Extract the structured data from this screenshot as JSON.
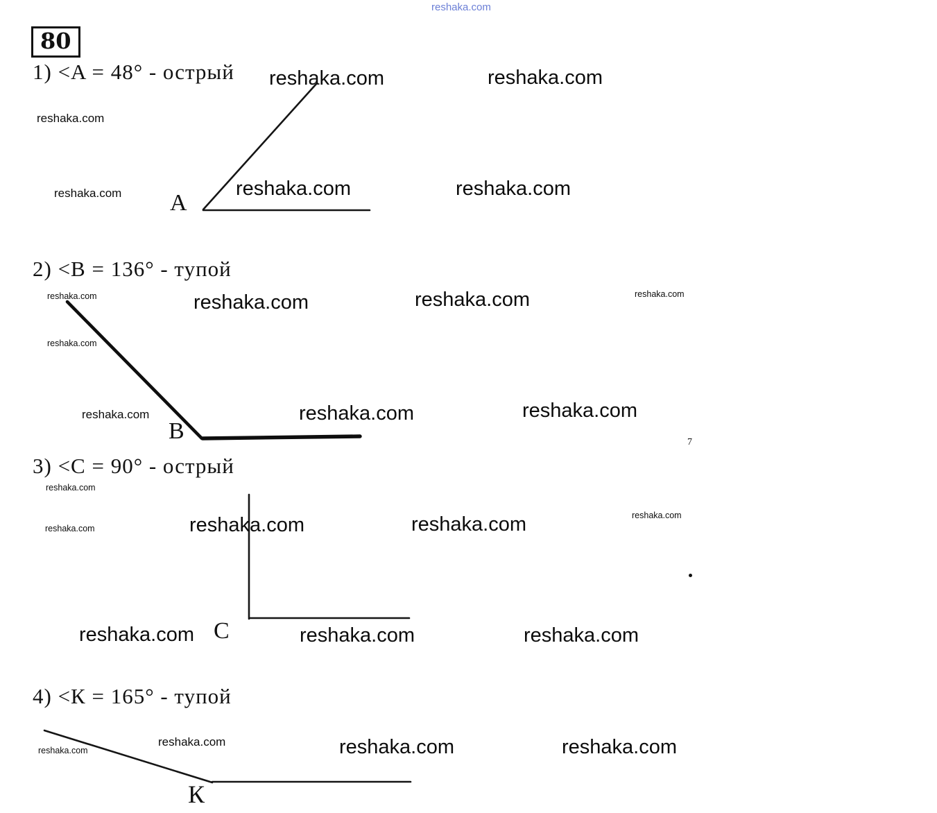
{
  "page": {
    "problem_number": "80",
    "watermark_text": "reshaka.com"
  },
  "colors": {
    "ink": "#111111",
    "top_watermark": "#6b7fd6"
  },
  "items": [
    {
      "heading": "1) <A = 48° - острый",
      "vertex_label": "A",
      "angle_value": "48°",
      "angle_type": "острый"
    },
    {
      "heading": "2) <B = 136° - тупой",
      "vertex_label": "B",
      "angle_value": "136°",
      "angle_type": "тупой"
    },
    {
      "heading": "3) <C = 90° - острый",
      "vertex_label": "C",
      "angle_value": "90°",
      "angle_type": "острый"
    },
    {
      "heading": "4) <К = 165° - тупой",
      "vertex_label": "К",
      "angle_value": "165°",
      "angle_type": "тупой"
    }
  ],
  "stray_marks": {
    "right_tick": "7",
    "right_dot": "·"
  }
}
